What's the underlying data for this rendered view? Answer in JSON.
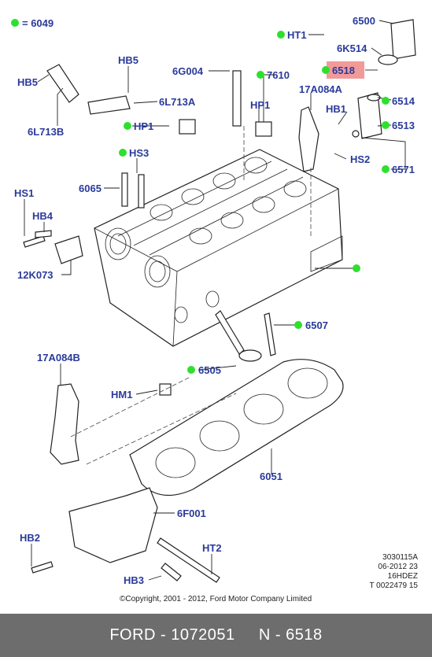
{
  "legend": {
    "symbol_text": "= 6049"
  },
  "labels": {
    "HT1": "HT1",
    "n6500": "6500",
    "K514": "6K514",
    "n6518": "6518",
    "n6514": "6514",
    "n6513": "6513",
    "HS2": "HS2",
    "n6571": "6571",
    "HB1": "HB1",
    "A084A": "17A084A",
    "n7610": "7610",
    "G004": "6G004",
    "HP1a": "HP1",
    "HB5a": "HB5",
    "HB5b": "HB5",
    "L713A": "6L713A",
    "L713B": "6L713B",
    "HP1b": "HP1",
    "HS3": "HS3",
    "n6065": "6065",
    "HS1": "HS1",
    "HB4": "HB4",
    "K073": "12K073",
    "n6507": "6507",
    "n6505": "6505",
    "A084B": "17A084B",
    "HM1": "HM1",
    "n6051": "6051",
    "F001": "6F001",
    "HB2": "HB2",
    "HT2": "HT2",
    "HB3": "HB3"
  },
  "reference": {
    "line1": "3030115A",
    "line2": "06-2012 23",
    "line3": "16HDEZ",
    "line4": "T 0022479 15"
  },
  "copyright": "©Copyright, 2001 - 2012, Ford Motor Company Limited",
  "footer": {
    "text": "FORD - 1072051     N - 6518"
  },
  "colors": {
    "label": "#2a3a9a",
    "dot": "#2ee02e",
    "highlight": "#f29a9a",
    "footer_bg": "#6d6d6d"
  }
}
